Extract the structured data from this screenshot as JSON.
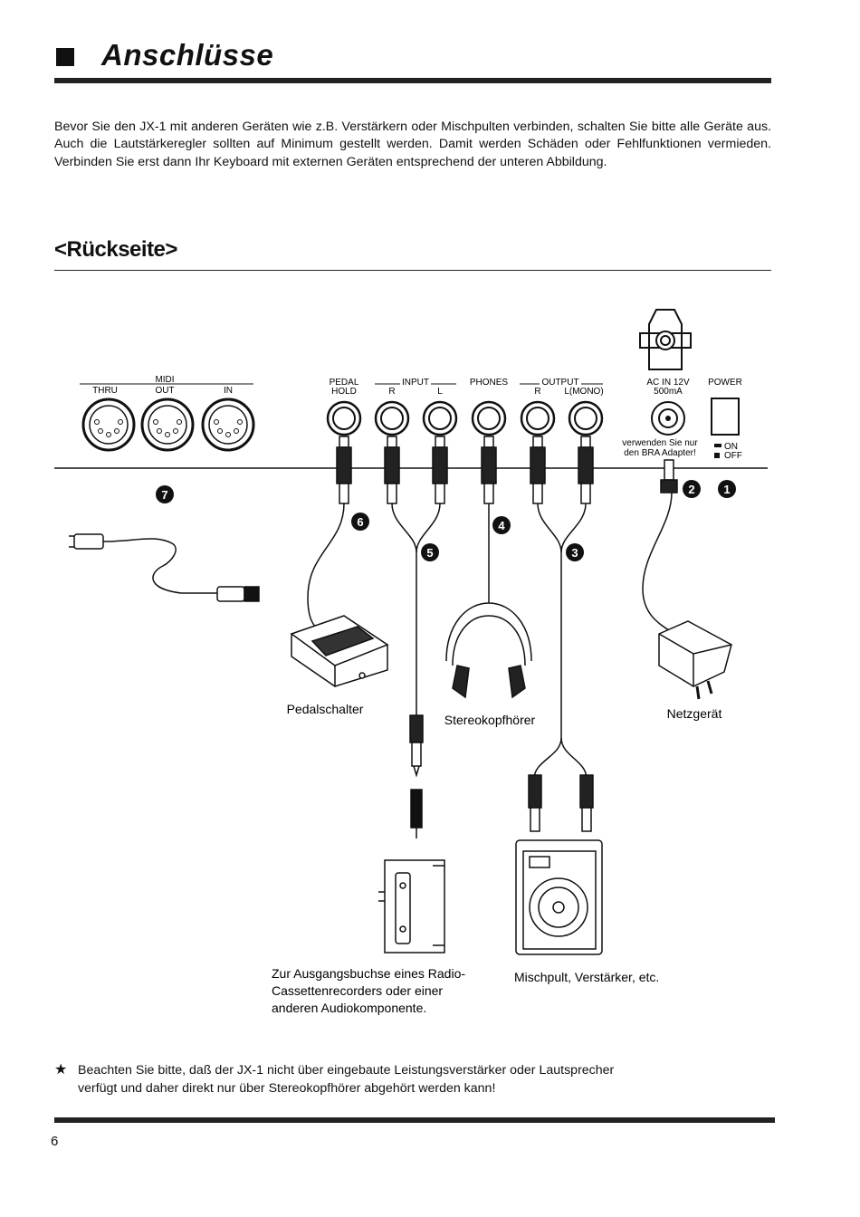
{
  "title": "Anschlüsse",
  "intro": "Bevor Sie den JX-1 mit anderen Geräten wie z.B. Verstärkern oder Mischpulten verbinden, schalten Sie bitte alle Geräte aus. Auch die Lautstärkeregler sollten auf Minimum gestellt werden. Damit werden Schäden oder Fehlfunktionen vermieden. Verbinden Sie erst dann Ihr Keyboard mit externen Geräten entsprechend der unteren Abbildung.",
  "section_title": "<Rückseite>",
  "panel": {
    "midi": "MIDI",
    "thru": "THRU",
    "out": "OUT",
    "in": "IN",
    "pedal": "PEDAL",
    "hold": "HOLD",
    "input": "INPUT",
    "r": "R",
    "l": "L",
    "phones": "PHONES",
    "output": "OUTPUT",
    "lmono": "L(MONO)",
    "ac_in": "AC IN 12V",
    "ma": "500mA",
    "power": "POWER",
    "adapter_1": "verwenden Sie nur",
    "adapter_2": "den BRA Adapter!",
    "on": "ON",
    "off": "OFF"
  },
  "markers": [
    "❶",
    "❷",
    "❸",
    "❹",
    "❺",
    "❻",
    "❼"
  ],
  "devices": {
    "pedal": "Pedalschalter",
    "headphones": "Stereokopfhörer",
    "adapter": "Netzgerät",
    "cassette_1": "Zur Ausgangsbuchse eines Radio-",
    "cassette_2": "Cassettenrecorders oder einer",
    "cassette_3": "anderen Audiokomponente.",
    "mixer": "Mischpult, Verstärker, etc."
  },
  "note": "Beachten Sie bitte, daß der JX-1 nicht über eingebaute Leistungsverstärker oder Lautsprecher verfügt und daher direkt nur über Stereokopfhörer abgehört werden kann!",
  "note_symbol": "★",
  "page_number": "6"
}
